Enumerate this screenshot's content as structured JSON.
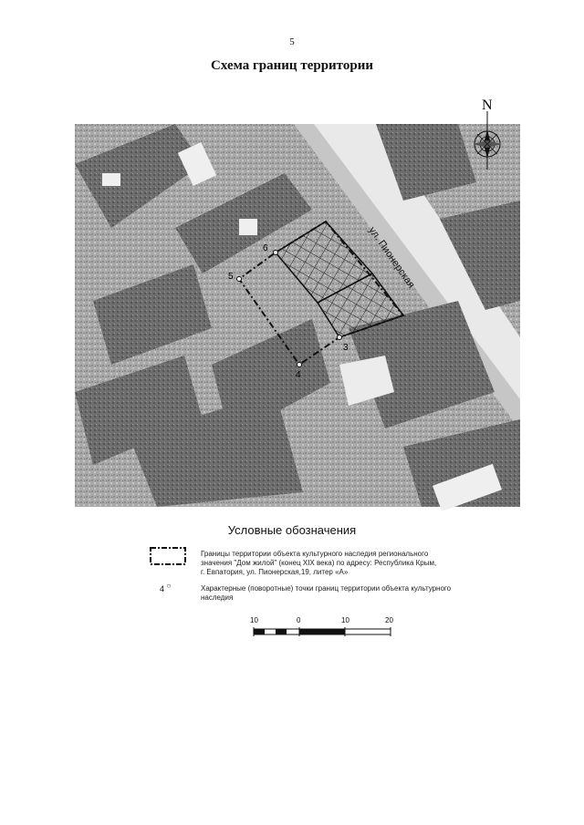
{
  "page_number": "5",
  "title": "Схема границ территории",
  "map": {
    "north_label": "N",
    "street_label": "ул. Пионерская",
    "points": [
      {
        "label": "3"
      },
      {
        "label": "4"
      },
      {
        "label": "5"
      },
      {
        "label": "6"
      }
    ]
  },
  "legend": {
    "title": "Условные обозначения",
    "boundary_text_1": "Границы территории объекта культурного наследия регионального",
    "boundary_text_2": "значения \"Дом жилой\" (конец XIX века) по адресу: Республика Крым,",
    "boundary_text_3": "г. Евпатория, ул. Пионерская,19, литер «А»",
    "point_symbol_label": "4",
    "point_text_1": "Характерные (поворотные) точки границ территории объекта культурного",
    "point_text_2": "наследия"
  },
  "scale": {
    "labels": [
      "10",
      "0",
      "10",
      "20"
    ]
  },
  "colors": {
    "map_bg": "#b8b8b8",
    "building": "#7a7a7a",
    "road": "#e6e6e6"
  }
}
